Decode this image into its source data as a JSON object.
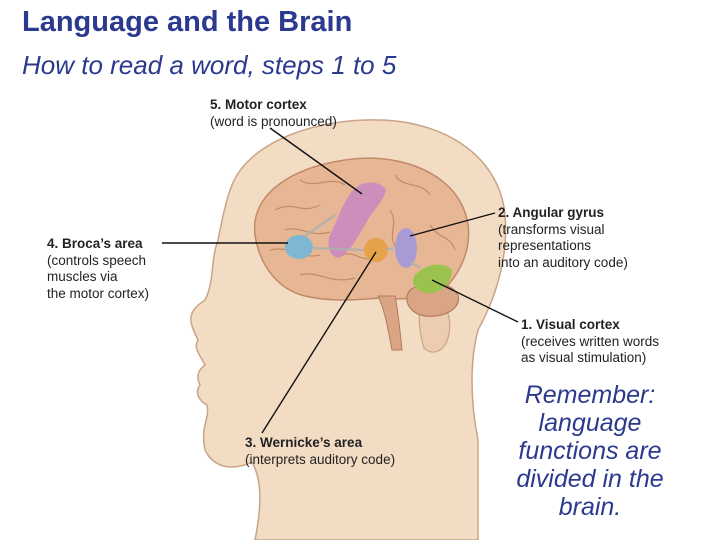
{
  "header": {
    "title": "Language and the Brain",
    "subtitle": "How to read a word, steps 1 to 5"
  },
  "labels": {
    "motor": {
      "head": "5. Motor cortex",
      "body": "(word is pronounced)"
    },
    "angular": {
      "head": "2. Angular gyrus",
      "line1": "(transforms visual",
      "line2": "representations",
      "line3": "into an auditory code)"
    },
    "broca": {
      "head": "4. Broca’s area",
      "line1": "(controls speech",
      "line2": "muscles via",
      "line3": "the motor cortex)"
    },
    "visual": {
      "head": "1. Visual cortex",
      "line1": "(receives written words",
      "line2": "as visual stimulation)"
    },
    "wernicke": {
      "head": "3. Wernicke’s area",
      "body": "(interprets auditory code)"
    }
  },
  "note": {
    "line1": "Remember:",
    "line2": "language",
    "line3": "functions are",
    "line4": "divided in the",
    "line5": "brain."
  },
  "colors": {
    "title": "#2b3a8e",
    "skin": "#f3dcc4",
    "brain": "#e7b795",
    "motor": "#c98bbf",
    "broca": "#7fb7d2",
    "wernicke": "#e6a24a",
    "angular": "#a99ad3",
    "visual": "#9cc24e"
  }
}
